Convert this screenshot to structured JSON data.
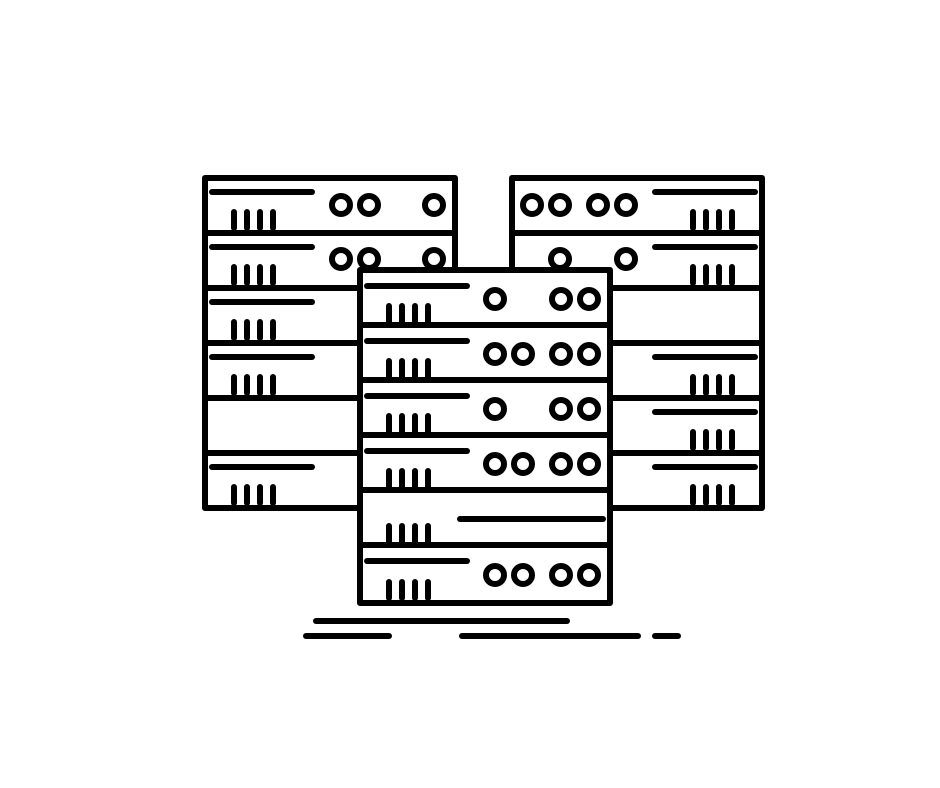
{
  "illustration": {
    "subject": "server-racks-line-icon",
    "colors": {
      "line": "#000000",
      "background": "#ffffff"
    },
    "racks": [
      {
        "name": "left-rack",
        "units": [
          {
            "leds": 4,
            "buttons": 3
          },
          {
            "leds": 4,
            "buttons": 3
          },
          {
            "leds": 4,
            "buttons": 0
          },
          {
            "leds": 4,
            "buttons": 0
          },
          {
            "leds": 0,
            "buttons": 0
          },
          {
            "leds": 4,
            "buttons": 0
          }
        ]
      },
      {
        "name": "right-rack",
        "units": [
          {
            "leds": 4,
            "buttons": 4
          },
          {
            "leds": 4,
            "buttons": 2
          },
          {
            "leds": 0,
            "buttons": 0
          },
          {
            "leds": 4,
            "buttons": 0
          },
          {
            "leds": 4,
            "buttons": 0
          },
          {
            "leds": 4,
            "buttons": 0
          }
        ]
      },
      {
        "name": "front-rack",
        "units": [
          {
            "leds": 4,
            "buttons": 3
          },
          {
            "leds": 4,
            "buttons": 4
          },
          {
            "leds": 4,
            "buttons": 3
          },
          {
            "leds": 4,
            "buttons": 4
          },
          {
            "leds": 4,
            "buttons": 0
          },
          {
            "leds": 4,
            "buttons": 4
          }
        ]
      }
    ]
  }
}
